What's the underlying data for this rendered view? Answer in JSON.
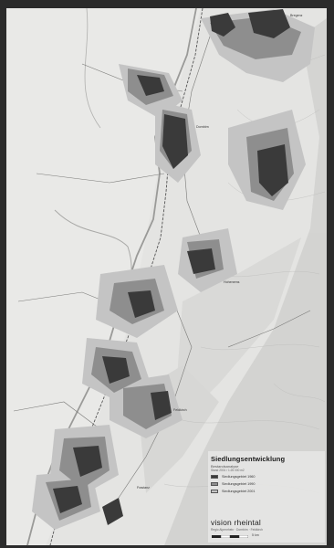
{
  "legend": {
    "title": "Siedlungsentwicklung",
    "subtitle": "Bestandsanalyse",
    "meta": "Stand 2001 / 1:25 000 m2",
    "items": [
      {
        "label": "Siedlungsgebiet 1960",
        "color": "#3a3a3a"
      },
      {
        "label": "Siedlungsgebiet 1990",
        "color": "#8e8e8e"
      },
      {
        "label": "Siedlungsgebiet 2001",
        "color": "#c4c4c4"
      }
    ]
  },
  "brand": {
    "name": "vision rheintal",
    "subline": "Regio Alpenrhein · Dornbirn · Feldkirch"
  },
  "scale": {
    "label": "5 km"
  },
  "places": {
    "north": "Bregenz",
    "dornbirn": "Dornbirn",
    "hohenems": "Hohenems",
    "feldkirch": "Feldkirch",
    "frastanz": "Frastanz"
  },
  "colors": {
    "paper": "#e4e4e2",
    "border": "#2b2b2b",
    "settlement_1960": "#3a3a3a",
    "settlement_1990": "#8e8e8e",
    "settlement_2001": "#c4c4c4"
  }
}
